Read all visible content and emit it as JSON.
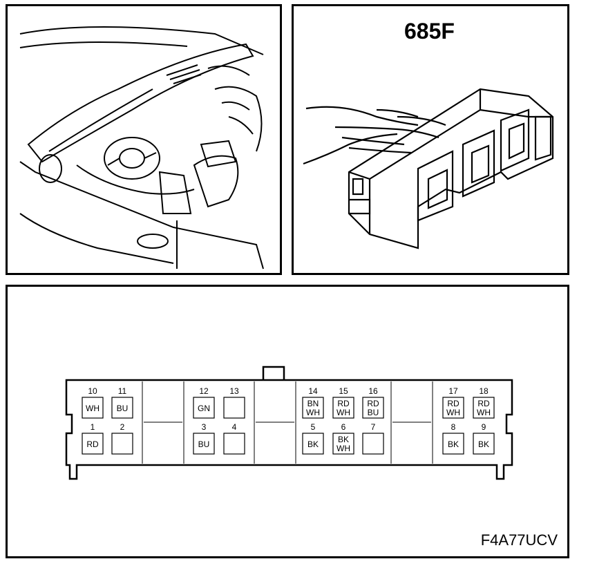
{
  "connector": {
    "title": "685F",
    "diagram_id": "F4A77UCV"
  },
  "pins": [
    {
      "num": "10",
      "colors": [
        "WH"
      ]
    },
    {
      "num": "11",
      "colors": [
        "BU"
      ]
    },
    {
      "num": "12",
      "colors": [
        "GN"
      ]
    },
    {
      "num": "13",
      "colors": []
    },
    {
      "num": "14",
      "colors": [
        "BN",
        "WH"
      ]
    },
    {
      "num": "15",
      "colors": [
        "RD",
        "WH"
      ]
    },
    {
      "num": "16",
      "colors": [
        "RD",
        "BU"
      ]
    },
    {
      "num": "17",
      "colors": [
        "RD",
        "WH"
      ]
    },
    {
      "num": "18",
      "colors": [
        "RD",
        "WH"
      ]
    },
    {
      "num": "1",
      "colors": [
        "RD"
      ]
    },
    {
      "num": "2",
      "colors": []
    },
    {
      "num": "3",
      "colors": [
        "BU"
      ]
    },
    {
      "num": "4",
      "colors": []
    },
    {
      "num": "5",
      "colors": [
        "BK"
      ]
    },
    {
      "num": "6",
      "colors": [
        "BK",
        "WH"
      ]
    },
    {
      "num": "7",
      "colors": []
    },
    {
      "num": "8",
      "colors": [
        "BK"
      ]
    },
    {
      "num": "9",
      "colors": [
        "BK"
      ]
    }
  ]
}
